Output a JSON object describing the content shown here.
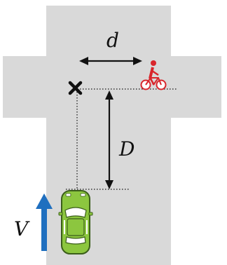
{
  "labels": {
    "d": "d",
    "D": "D",
    "V": "V"
  },
  "icons": {
    "target_marker": "x-mark-icon",
    "cyclist": "cyclist-icon",
    "car": "car-icon"
  },
  "colors": {
    "road": "#d9d9d9",
    "car_body": "#8cc63f",
    "car_outline": "#3b5e1a",
    "cyclist": "#d9262c",
    "velocity_arrow": "#1f6fbf",
    "dimension_lines": "#111111"
  }
}
